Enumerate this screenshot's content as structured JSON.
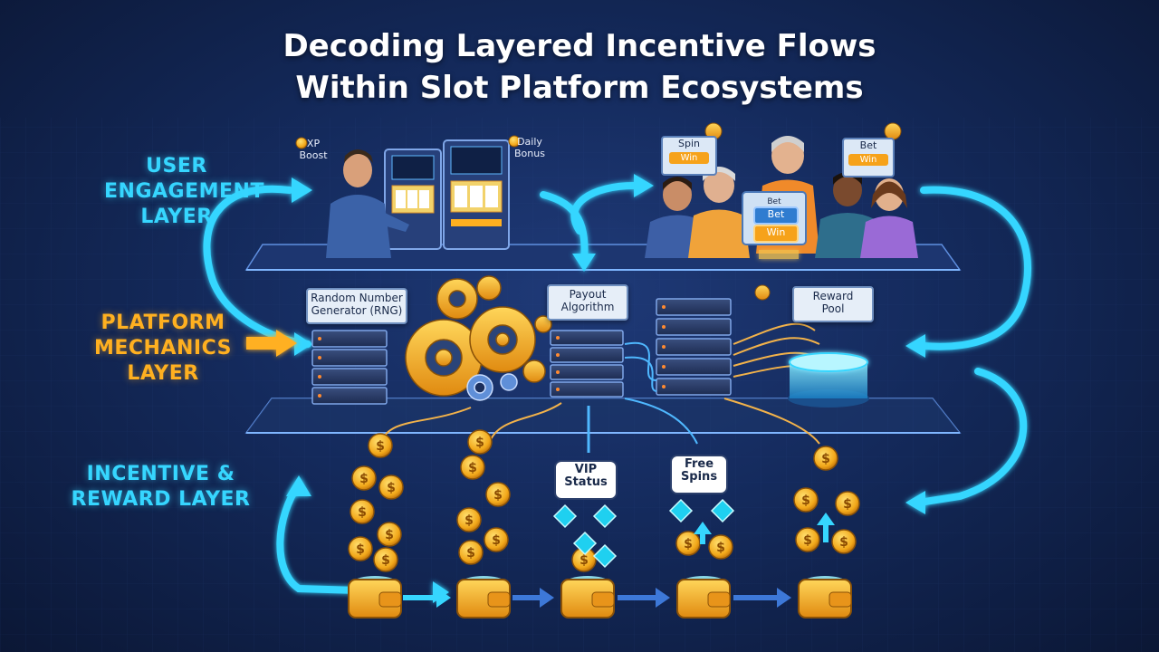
{
  "title": {
    "line1": "Decoding Layered Incentive Flows",
    "line2": "Within Slot Platform Ecosystems"
  },
  "layers": {
    "user_engagement": [
      "USER",
      "ENGAGEMENT",
      "LAYER"
    ],
    "platform_mechanics": [
      "PLATFORM",
      "MECHANICS",
      "LAYER"
    ],
    "incentive_reward": [
      "INCENTIVE &",
      "REWARD LAYER"
    ]
  },
  "engagement": {
    "xp_boost": [
      "XP",
      "Boost"
    ],
    "daily_bonus": [
      "Daily",
      "Bonus"
    ],
    "bubble_left": {
      "top": "Spin",
      "button": "Win"
    },
    "bubble_right": {
      "top": "Bet",
      "button": "Win"
    },
    "screen": {
      "header": "Bet",
      "row1": "Bet",
      "row2": "Win"
    }
  },
  "mechanics": {
    "rng": [
      "Random Number",
      "Generator (RNG)"
    ],
    "payout": [
      "Payout",
      "Algorithm"
    ],
    "reward_pool": [
      "Reward",
      "Pool"
    ]
  },
  "rewards": {
    "vip": [
      "VIP",
      "Status"
    ],
    "free_spins": [
      "Free",
      "Spins"
    ]
  },
  "colors": {
    "cyan_accent": "#36d6ff",
    "gold_accent": "#ffb020",
    "background": "#142a5c"
  },
  "icons": [
    "gear-icon",
    "coin-icon",
    "dollar-icon",
    "wallet-icon",
    "server-icon",
    "slot-machine-icon",
    "arrow-icon"
  ]
}
